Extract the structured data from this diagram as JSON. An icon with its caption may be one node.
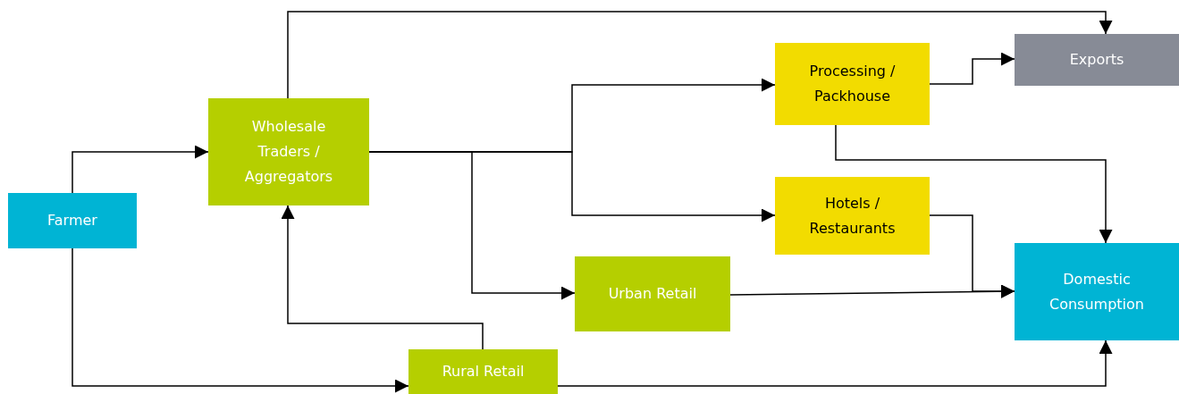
{
  "diagram": {
    "nodes": [
      {
        "text": [
          "Farmer"
        ]
      },
      {
        "text": [
          "Wholesale Traders / Aggregators"
        ]
      },
      {
        "text": [
          "Processing / Packhouse"
        ]
      },
      {
        "text": [
          "Exports"
        ]
      },
      {
        "text": [
          "Hotels / Restaurants"
        ]
      },
      {
        "text": [
          "Urban Retail"
        ]
      },
      {
        "text": [
          "Domestic Consumption"
        ]
      },
      {
        "text": [
          "Rural Retail"
        ]
      }
    ],
    "edges": [
      {
        "from": 0,
        "to": 1,
        "arrow": "to"
      },
      {
        "from": 0,
        "to": 7,
        "arrow": "to"
      },
      {
        "from": 1,
        "to": 3,
        "arrow": "to"
      },
      {
        "from": 1,
        "to": 2,
        "arrow": "to"
      },
      {
        "from": 1,
        "to": 4,
        "arrow": "to"
      },
      {
        "from": 1,
        "to": 5,
        "arrow": "to"
      },
      {
        "from": 2,
        "to": 3,
        "arrow": "to"
      },
      {
        "from": 2,
        "to": 6,
        "arrow": "to"
      },
      {
        "from": 4,
        "to": 6,
        "arrow": "to"
      },
      {
        "from": 5,
        "to": 6,
        "arrow": "to"
      },
      {
        "from": 7,
        "to": 1,
        "arrow": "to"
      },
      {
        "from": 7,
        "to": 6,
        "arrow": "to"
      }
    ]
  }
}
